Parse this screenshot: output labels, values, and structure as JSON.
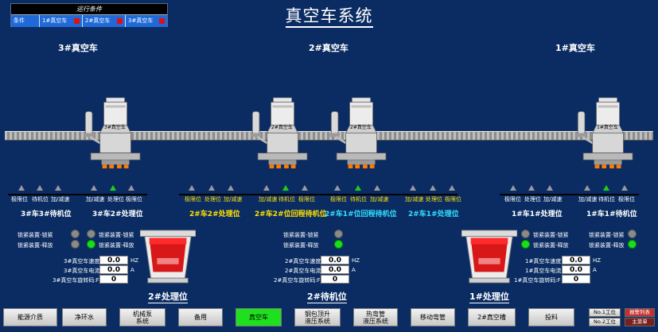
{
  "title": "真空车系统",
  "conditions": {
    "header": "运行条件",
    "label": "条件",
    "items": [
      "1#真空车",
      "2#真空车",
      "3#真空车"
    ]
  },
  "cars": {
    "car3": "3#真空车",
    "car2": "2#真空车",
    "car1": "1#真空车"
  },
  "machine_label": "3#真空车",
  "machine_label_2": "2#真空车",
  "machine_label_3": "2#真空车",
  "machine_label_4": "1#真空车",
  "positions": {
    "p1": "极限位",
    "p2": "待机位",
    "p3": "加/减速",
    "p4": "加/减速",
    "p5": "处理位",
    "p6": "极限位",
    "p7": "极限位",
    "p8": "处理位",
    "p9": "加/减速",
    "p10": "加/减速",
    "p11": "待机位",
    "p12": "极限位",
    "p13": "极限位",
    "p14": "待机位",
    "p15": "加/减速",
    "p16": "加/减速",
    "p17": "处理位",
    "p18": "极限位",
    "p19": "极限位",
    "p20": "处理位",
    "p21": "加/减速",
    "p22": "加/减速",
    "p23": "待机位",
    "p24": "极限位"
  },
  "stations": {
    "s1": "3#车3#待机位",
    "s2": "3#车2#处理位",
    "s3": "2#车2#处理位",
    "s4": "2#车2#位回程待机位",
    "s5": "2#车1#位回程待机位",
    "s6": "2#车1#处理位",
    "s7": "1#车1#处理位",
    "s8": "1#车1#待机位"
  },
  "locks": {
    "lock": "锁紧装置-锁紧",
    "release": "锁紧装置-释放"
  },
  "params": {
    "car3_speed": "3#真空车速度",
    "car3_current": "3#真空车电流",
    "car3_encoder": "3#真空车旋转码:F",
    "car2_speed": "2#真空车速度",
    "car2_current": "2#真空车电流",
    "car2_encoder": "2#真空车旋转码:F",
    "car1_speed": "1#真空车速度",
    "car1_current": "1#真空车电流",
    "car1_encoder": "1#真空车旋转码:F",
    "v_speed": "0.0",
    "v_current": "0.0",
    "v_encoder": "0",
    "unit_hz": "HZ",
    "unit_a": "A"
  },
  "sections": {
    "sec1": "2#处理位",
    "sec2": "2#待机位",
    "sec3": "1#处理位"
  },
  "nav": [
    "能源介质",
    "净环水",
    "机械泵\n系统",
    "备用",
    "真空车",
    "钢包顶升\n液压系统",
    "热弯管\n液压系统",
    "移动弯管",
    "2#真空槽",
    "投料"
  ],
  "side": {
    "work1": "No.1工位",
    "work2": "No.2工位",
    "alarm": "报警列表",
    "main": "主菜单"
  },
  "colors": {
    "background": "#0a2c63",
    "active_nav": "#1fe01f",
    "yellow_text": "#ffe100",
    "cyan_text": "#33e0ff",
    "led_red": "#e01010",
    "led_green": "#18e018"
  }
}
